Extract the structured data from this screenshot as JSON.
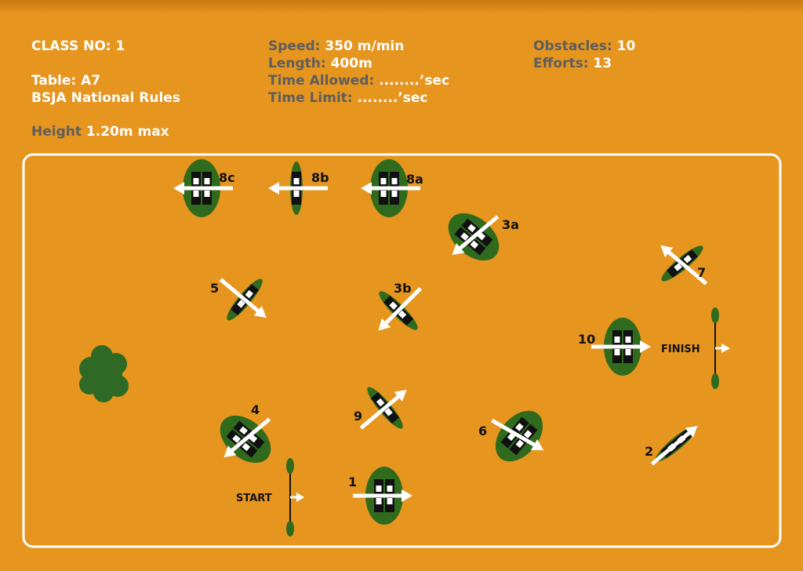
{
  "header": {
    "class_no": "CLASS NO: 1",
    "table": "Table: A7",
    "rules": "BSJA National Rules",
    "height_label": "Height",
    "height_value": "1.20m max",
    "speed_label": "Speed:",
    "speed_value": "350 m/min",
    "length_label": "Length:",
    "length_value": "400m",
    "time_allowed_label": "Time Allowed:",
    "time_allowed_value": "........’sec",
    "time_limit_label": "Time Limit:",
    "time_limit_value": "........’sec",
    "obstacles_label": "Obstacles:",
    "obstacles_value": "10",
    "efforts_label": "Efforts:",
    "efforts_value": "13"
  },
  "course": {
    "start_label": "START",
    "finish_label": "FINISH",
    "jumps": [
      {
        "id": "j8c",
        "label": "8c",
        "type": "oxer",
        "direction": "left"
      },
      {
        "id": "j8b",
        "label": "8b",
        "type": "vertical",
        "direction": "left"
      },
      {
        "id": "j8a",
        "label": "8a",
        "type": "oxer",
        "direction": "left"
      },
      {
        "id": "j3a",
        "label": "3a",
        "type": "oxer",
        "direction": "down-left"
      },
      {
        "id": "j7",
        "label": "7",
        "type": "vertical",
        "direction": "up-left"
      },
      {
        "id": "j5",
        "label": "5",
        "type": "vertical",
        "direction": "down-right"
      },
      {
        "id": "j3b",
        "label": "3b",
        "type": "vertical",
        "direction": "down-left"
      },
      {
        "id": "j10",
        "label": "10",
        "type": "oxer",
        "direction": "right"
      },
      {
        "id": "j4",
        "label": "4",
        "type": "oxer",
        "direction": "down-left"
      },
      {
        "id": "j9",
        "label": "9",
        "type": "vertical",
        "direction": "up-right"
      },
      {
        "id": "j6",
        "label": "6",
        "type": "oxer",
        "direction": "down-right"
      },
      {
        "id": "j2",
        "label": "2",
        "type": "vertical",
        "direction": "up-right"
      },
      {
        "id": "j1",
        "label": "1",
        "type": "oxer",
        "direction": "right"
      }
    ]
  },
  "colors": {
    "background": "#E6951F",
    "header_grey": "#5E5E5E",
    "pole_black": "#111111",
    "base_green": "#2F6A1D",
    "tree_green": "#2E6A25",
    "arrow_white": "#FFFFFF"
  }
}
